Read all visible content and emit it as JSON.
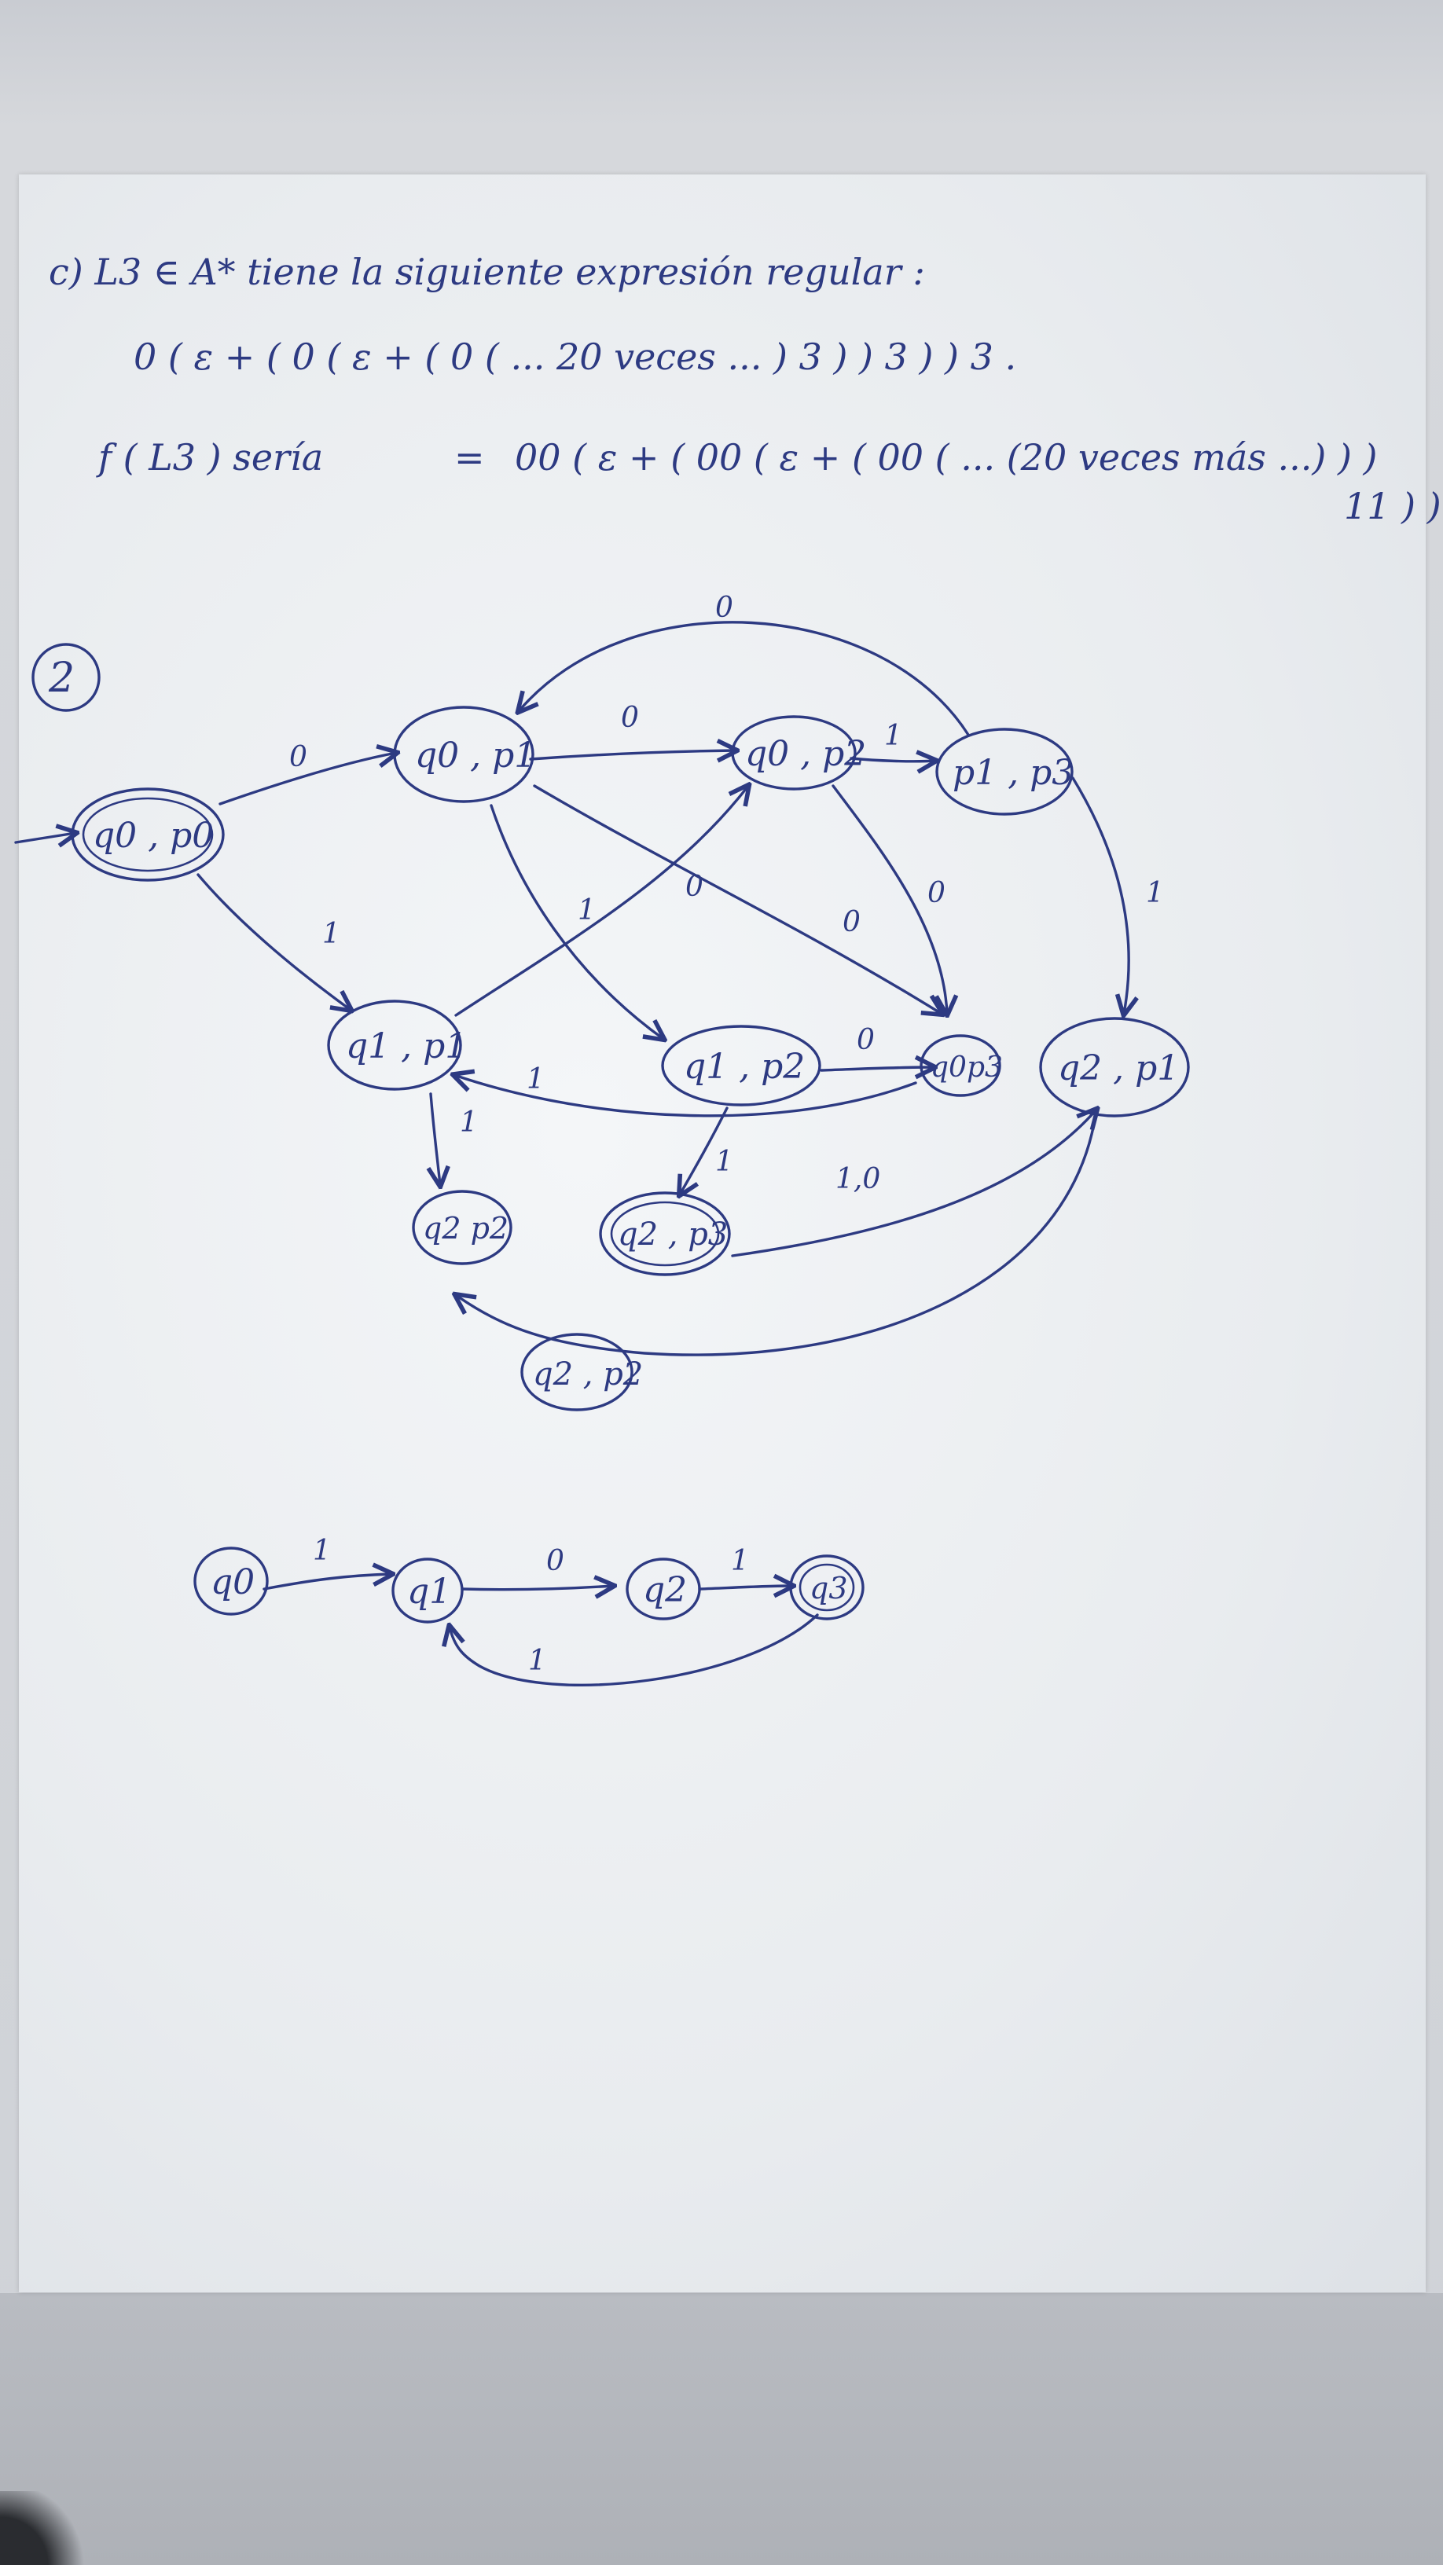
{
  "notes": {
    "line1": "c)   L3 ∈ A*  tiene  la  siguiente  expresión  regular :",
    "line2": "0 ( ε + ( 0 ( ε +  ( 0 ( ...  20  veces ... ) 3 ) ) 3 ) ) 3 .",
    "line3_left": "f ( L3 )   sería",
    "line3_eq": "=",
    "line3_right": "00 ( ε + ( 00 ( ε + ( 00 ( ... (20 veces más ...) ) ) ",
    "line4": "11 ) )"
  },
  "problem_number": "2",
  "automaton_product": {
    "states": [
      {
        "id": "q0p0",
        "label": "q0 , p0",
        "initial": true,
        "final": false
      },
      {
        "id": "q0p1",
        "label": "q0 , p1"
      },
      {
        "id": "q0p2",
        "label": "q0 , p2"
      },
      {
        "id": "p1p3",
        "label": "p1 , p3"
      },
      {
        "id": "q1p1",
        "label": "q1 , p1"
      },
      {
        "id": "q1p2",
        "label": "q1 , p2"
      },
      {
        "id": "q0p3",
        "label": "q0p3"
      },
      {
        "id": "q2p1",
        "label": "q2 , p1"
      },
      {
        "id": "q2p2a",
        "label": "q2 p2"
      },
      {
        "id": "q2p3",
        "label": "q2 , p3",
        "final": true
      },
      {
        "id": "q2p2b",
        "label": "q2 , p2"
      }
    ],
    "edge_labels": {
      "q0p0_q0p1": "0",
      "q0p0_q1p1": "1",
      "q0p1_q0p2": "0",
      "q0p2_p1p3": "1",
      "p1p3_q0p1": "0",
      "q0p1_q1p2": "1",
      "q1p1_q0p2": "0",
      "q0p1_q0p3": "0",
      "q0p2_q0p3": "0",
      "p1p3_q2p1": "1",
      "q1p2_q0p3": "0",
      "q0p3_q1p1": "1",
      "q1p1_q2p2": "1",
      "q1p2_q2p3": "1",
      "q2p3_q2p1": "1,0"
    }
  },
  "automaton_small": {
    "states": [
      {
        "id": "q0",
        "label": "q0",
        "initial": true
      },
      {
        "id": "q1",
        "label": "q1"
      },
      {
        "id": "q2",
        "label": "q2"
      },
      {
        "id": "q3",
        "label": "q3",
        "final": true
      }
    ],
    "edge_labels": {
      "q0_q1": "1",
      "q1_q2": "0",
      "q2_q3": "1",
      "q3_q1": "1"
    }
  }
}
